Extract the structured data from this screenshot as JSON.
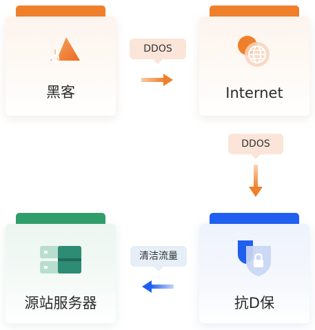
{
  "nodes": {
    "hacker": {
      "label": "黑客"
    },
    "internet": {
      "label": "Internet"
    },
    "anti_ddos": {
      "label": "抗D保"
    },
    "origin_server": {
      "label": "源站服务器"
    }
  },
  "edges": {
    "hacker_to_internet": {
      "label": "DDOS"
    },
    "internet_to_antiddos": {
      "label": "DDOS"
    },
    "antiddos_to_origin": {
      "label": "清洁流量"
    }
  },
  "colors": {
    "attack_orange": "#f07f2a",
    "protect_blue": "#1f5ff0",
    "clean_green": "#2f9e6a"
  }
}
